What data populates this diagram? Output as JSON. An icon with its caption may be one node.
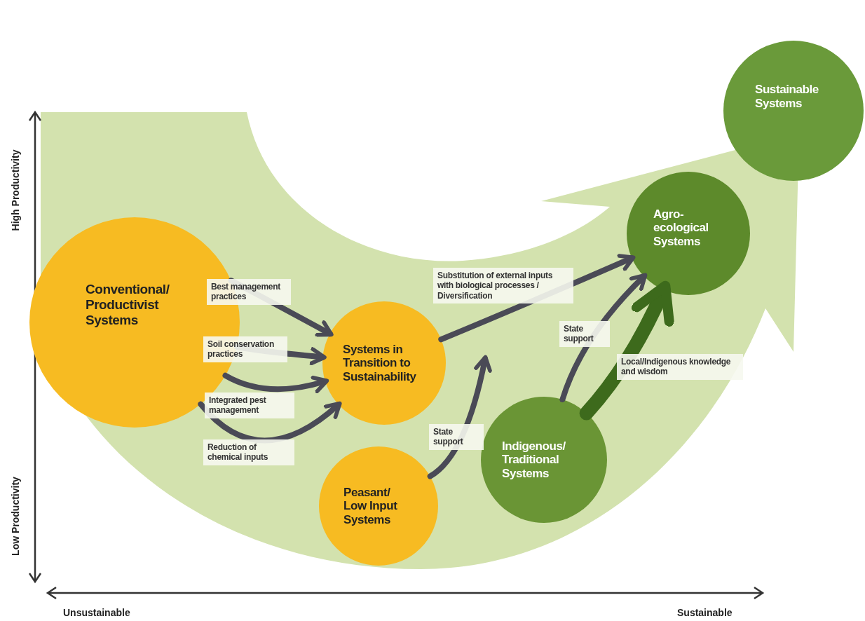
{
  "diagram": {
    "nodes": [
      {
        "text": [
          "Conventional/ Productivist Systems"
        ]
      },
      {
        "text": [
          "Systems in Transition to Sustainability"
        ]
      },
      {
        "text": [
          "Peasant/ Low Input Systems"
        ]
      },
      {
        "text": [
          "Indigenous/ Traditional Systems"
        ]
      },
      {
        "text": [
          "Agro-ecological Systems"
        ]
      },
      {
        "text": [
          "Sustainable Systems"
        ]
      }
    ],
    "edges": [
      {
        "from": 0,
        "to": 1,
        "arrow": "to",
        "label": "Best management practices"
      },
      {
        "from": 0,
        "to": 1,
        "arrow": "to",
        "label": "Soil conservation practices"
      },
      {
        "from": 0,
        "to": 1,
        "arrow": "to",
        "label": "Integrated pest management"
      },
      {
        "from": 0,
        "to": 1,
        "arrow": "to",
        "label": "Reduction of chemical inputs"
      },
      {
        "from": 1,
        "to": 4,
        "arrow": "to",
        "label": "Substitution of external inputs with biological processes / Diversification"
      },
      {
        "from": 2,
        "to": null,
        "arrow": "to",
        "label": "State support"
      },
      {
        "from": 3,
        "to": 4,
        "arrow": "to",
        "label": "State support"
      },
      {
        "from": 3,
        "to": 4,
        "arrow": "to",
        "label": "Local/Indigenous knowledge and wisdom",
        "style": "thick",
        "color": "#3d6a1c"
      }
    ],
    "labels": [
      "High Productivity",
      "Low Productivity",
      "Unsustainable",
      "Sustainable"
    ]
  }
}
